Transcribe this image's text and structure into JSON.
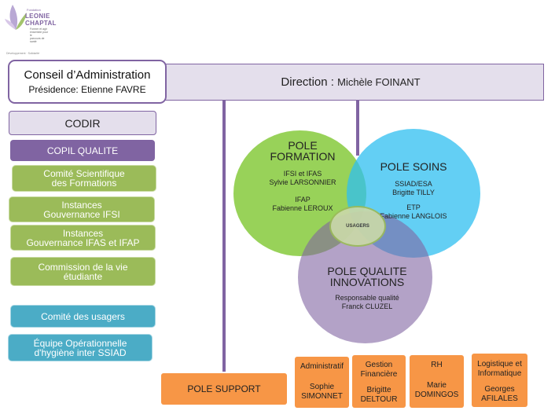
{
  "logo": {
    "lines": [
      "LEONIE",
      "CHAPTAL"
    ],
    "small_text": "Fondation",
    "tagline_lines": [
      "Former et agir",
      "ensemble pour le",
      "parcours de santé"
    ],
    "footer_line": "Développement · Solidarité"
  },
  "conseil": {
    "title": "Conseil d’Administration",
    "subtitle": "Présidence: Etienne FAVRE"
  },
  "direction": {
    "label": "Direction : ",
    "name": "Michèle FOINANT"
  },
  "left_boxes": {
    "codir": "CODIR",
    "copil": "COPIL QUALITE",
    "comite_sci": [
      "Comité Scientifique",
      "des Formations"
    ],
    "instances_ifsi": [
      "Instances",
      "Gouvernance IFSI"
    ],
    "instances_ifas": [
      "Instances",
      "Gouvernance IFAS et IFAP"
    ],
    "commission": [
      "Commission de la vie",
      "étudiante"
    ],
    "comite_usagers": "Comité des usagers",
    "equipe": [
      "Équipe Opérationnelle",
      "d'hygiène inter SSIAD"
    ]
  },
  "pole_formation": {
    "title": [
      "POLE",
      "FORMATION"
    ],
    "sub1": [
      "IFSI et IFAS",
      "Sylvie LARSONNIER"
    ],
    "sub2": [
      "IFAP",
      "Fabienne LEROUX"
    ]
  },
  "pole_soins": {
    "title": "POLE SOINS",
    "sub1": [
      "SSIAD/ESA",
      "Brigitte TILLY"
    ],
    "sub2": [
      "ETP",
      "Fabienne LANGLOIS"
    ]
  },
  "pole_qualite": {
    "title": [
      "POLE QUALITE",
      "INNOVATIONS"
    ],
    "sub": [
      "Responsable qualité",
      "Franck CLUZEL"
    ]
  },
  "usagers": "USAGERS",
  "pole_support": "POLE SUPPORT",
  "support_boxes": [
    {
      "title": [
        "Administratif"
      ],
      "person": [
        "Sophie",
        "SIMONNET"
      ]
    },
    {
      "title": [
        "Gestion",
        "Financière"
      ],
      "person": [
        "Brigitte",
        "DELTOUR"
      ]
    },
    {
      "title": [
        "RH"
      ],
      "person": [
        "Marie",
        "DOMINGOS"
      ]
    },
    {
      "title": [
        "Logistique et",
        "Informatique"
      ],
      "person": [
        "Georges",
        "AFILALES"
      ]
    }
  ],
  "colors": {
    "purple_light": "#e4dfec",
    "purple_dark": "#8064a2",
    "green": "#9bbb59",
    "teal": "#4bacc6",
    "orange": "#f79646",
    "circle_green": "#92d050",
    "circle_blue": "#2fbff0",
    "circle_purple": "#a799c6"
  }
}
